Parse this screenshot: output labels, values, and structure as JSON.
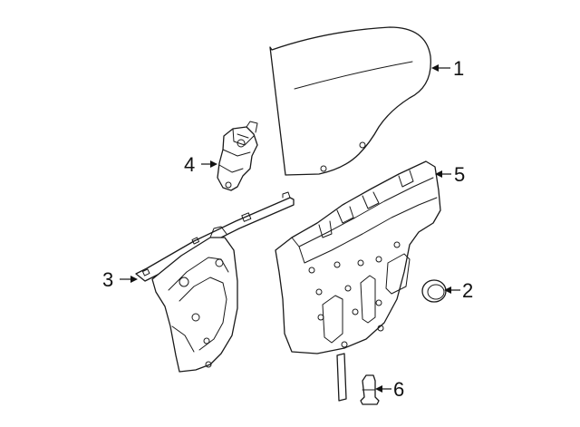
{
  "diagram": {
    "callouts": [
      {
        "id": "1",
        "label": "1"
      },
      {
        "id": "2",
        "label": "2"
      },
      {
        "id": "3",
        "label": "3"
      },
      {
        "id": "4",
        "label": "4"
      },
      {
        "id": "5",
        "label": "5"
      },
      {
        "id": "6",
        "label": "6"
      }
    ],
    "colors": {
      "line": "#1a1a1a",
      "background": "#ffffff"
    }
  }
}
